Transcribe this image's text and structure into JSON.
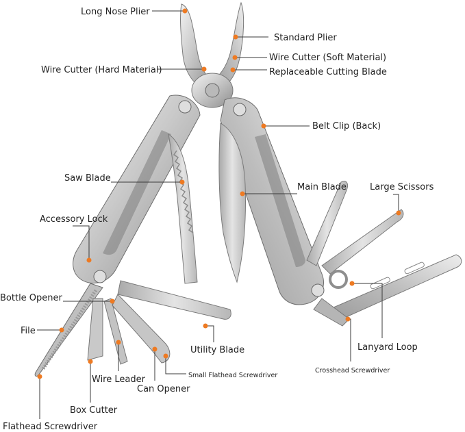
{
  "accent_color": "#ee7a22",
  "labels": {
    "long_nose_plier": "Long Nose Plier",
    "standard_plier": "Standard Plier",
    "wire_cutter_soft": "Wire Cutter (Soft Material)",
    "wire_cutter_hard": "Wire Cutter (Hard Material)",
    "replaceable_blade": "Replaceable Cutting Blade",
    "belt_clip": "Belt Clip (Back)",
    "saw_blade": "Saw Blade",
    "main_blade": "Main Blade",
    "large_scissors": "Large Scissors",
    "accessory_lock": "Accessory Lock",
    "bottle_opener": "Bottle Opener",
    "file": "File",
    "utility_blade": "Utility Blade",
    "lanyard_loop": "Lanyard Loop",
    "wire_leader": "Wire Leader",
    "small_flathead": "Small Flathead Screwdriver",
    "can_opener": "Can Opener",
    "crosshead": "Crosshead Screwdriver",
    "box_cutter": "Box Cutter",
    "flathead": "Flathead Screwdriver"
  }
}
